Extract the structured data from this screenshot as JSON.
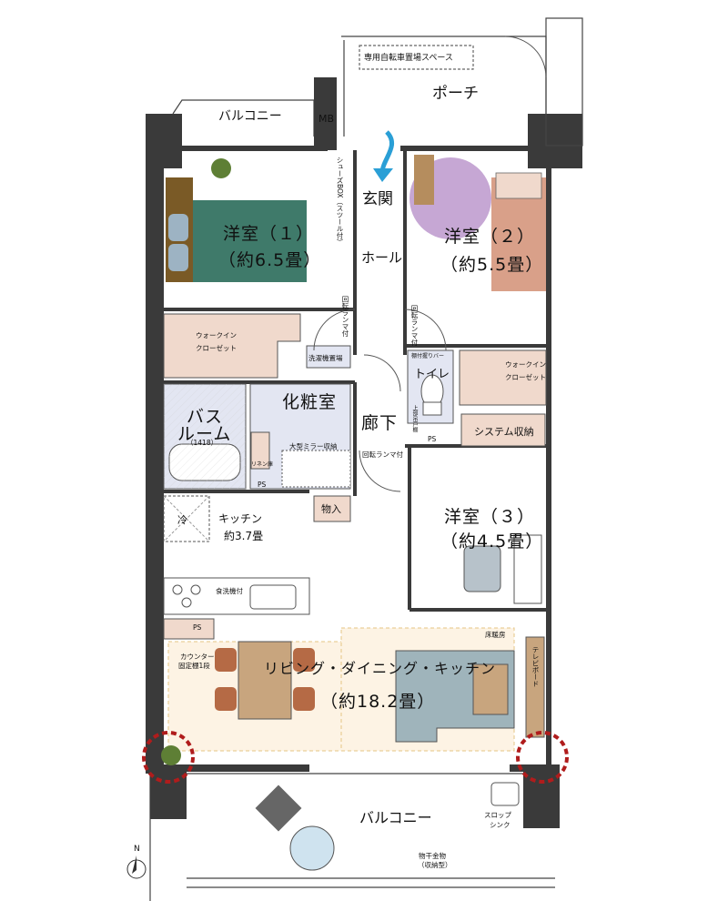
{
  "labels": {
    "bicycle": "専用自転車置場スペース",
    "porch": "ポーチ",
    "balcony_top": "バルコニー",
    "mb": "MB",
    "shoes_box": "シューズBOX（スツール付）",
    "genkan": "玄関",
    "room1_name": "洋室（１）",
    "room1_size": "（約6.5畳）",
    "room2_name": "洋室（２）",
    "room2_size": "（約5.5畳）",
    "hall": "ホール",
    "lamp1": "回転ランマ付",
    "lamp2": "回転ランマ付",
    "lamp3": "回転ランマ付",
    "wic1_a": "ウォークイン",
    "wic1_b": "クローゼット",
    "wic2_a": "ウォークイン",
    "wic2_b": "クローゼット",
    "laundry": "洗濯機置場",
    "toilet": "トイレ",
    "toilet_note": "棚付握りバー",
    "toilet_cab": "上部吊戸棚",
    "bath_a": "バス",
    "bath_b": "ルーム",
    "bath_size": "（1418）",
    "vanity": "化粧室",
    "corridor": "廊下",
    "mirror": "大型ミラー収納",
    "linen": "リネン庫",
    "ps1": "PS",
    "ps2": "PS",
    "ps3": "PS",
    "system": "システム収納",
    "storage": "物入",
    "fridge": "冷",
    "kitchen_a": "キッチン",
    "kitchen_b": "約3.7畳",
    "dishwasher": "食洗機付",
    "room3_name": "洋室（３）",
    "room3_size": "（約4.5畳）",
    "counter_a": "カウンター",
    "counter_b": "固定棚1段",
    "floor_heat": "床暖房",
    "ldk_name": "リビング・ダイニング・キッチン",
    "ldk_size": "（約18.2畳）",
    "tv_cab": "テレビボード",
    "balcony_bottom": "バルコニー",
    "slop_a": "スロップ",
    "slop_b": "シンク",
    "hanger_a": "物干金物",
    "hanger_b": "（収納型）",
    "north": "N"
  },
  "colors": {
    "wall": "#3a3a3a",
    "room1_bed": "#3f7a6a",
    "room2_bed": "#d9a089",
    "room2_rug": "#c6a7d4",
    "storage": "#f0d9cc",
    "bath": "#e3e6f2",
    "ldk_floor": "#fdf3e4",
    "sofa": "#9fb4bb",
    "dining_chair": "#b56a45",
    "dining_table": "#c8a57e",
    "plant": "#5e7f35",
    "dash_circle": "#b01c1c",
    "door_arrow": "#2a9fd6"
  }
}
